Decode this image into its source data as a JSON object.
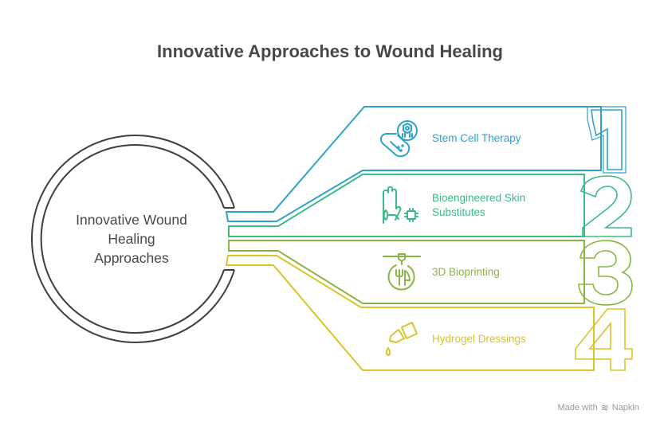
{
  "title": "Innovative Approaches to Wound Healing",
  "center": {
    "label": "Innovative Wound Healing Approaches",
    "lines": [
      "Innovative Wound",
      "Healing",
      "Approaches"
    ]
  },
  "items": [
    {
      "number": "1",
      "label": "Stem Cell Therapy",
      "icon": "stem-cell-pill-icon",
      "color": "#2ea3c8"
    },
    {
      "number": "2",
      "label": "Bioengineered Skin Substitutes",
      "lines": [
        "Bioengineered Skin",
        "Substitutes"
      ],
      "icon": "hand-chip-icon",
      "color": "#3dbb86"
    },
    {
      "number": "3",
      "label": "3D Bioprinting",
      "icon": "bioprinter-icon",
      "color": "#8bb543"
    },
    {
      "number": "4",
      "label": "Hydrogel Dressings",
      "icon": "dropper-bottle-icon",
      "color": "#d9c42a"
    }
  ],
  "footer": {
    "made_with": "Made with",
    "brand": "Napkin"
  }
}
